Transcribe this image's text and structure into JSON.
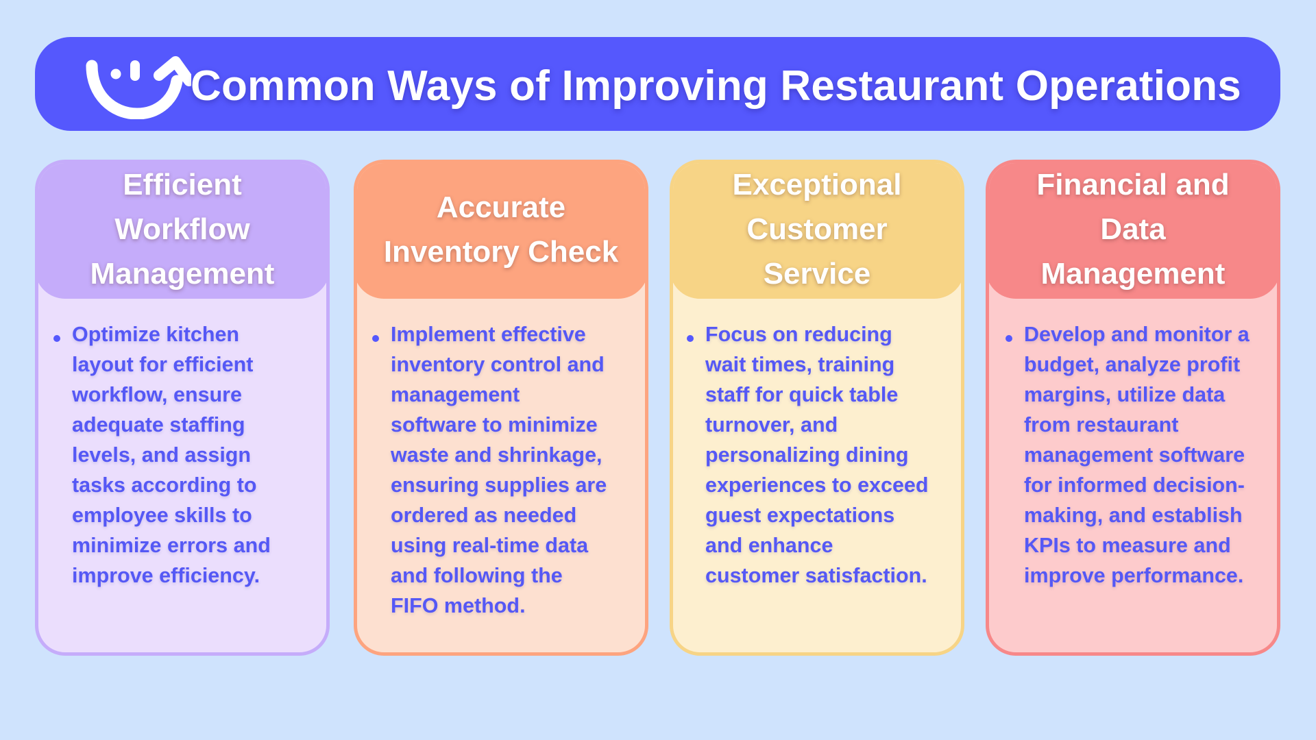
{
  "header": {
    "title": "Common Ways of Improving Restaurant Operations",
    "icon": "smiley-arrow-icon",
    "background_color": "#5558fd"
  },
  "page": {
    "background_color": "#cfe3fd"
  },
  "cards": [
    {
      "title_lines": [
        "Efficient",
        "Workflow",
        "Management"
      ],
      "head_color": "#c5acfa",
      "body_color": "#ebdefd",
      "border_color": "#c5acfa",
      "bullet_lines": [
        "Optimize kitchen",
        "layout for efficient",
        "workflow, ensure",
        "adequate staffing",
        "levels, and assign",
        "tasks according to",
        "employee skills to",
        "minimize errors and",
        "improve efficiency."
      ]
    },
    {
      "title_lines": [
        "Accurate",
        "Inventory Check"
      ],
      "head_color": "#fda47f",
      "body_color": "#fde0d0",
      "border_color": "#fda47f",
      "bullet_lines": [
        "Implement effective",
        "inventory control and",
        "management",
        "software to minimize",
        "waste and shrinkage,",
        "ensuring supplies are",
        "ordered as needed",
        "using real-time data",
        "and following the",
        "FIFO method."
      ]
    },
    {
      "title_lines": [
        "Exceptional",
        "Customer",
        "Service"
      ],
      "head_color": "#f7d486",
      "body_color": "#fdefcf",
      "border_color": "#f7d486",
      "bullet_lines": [
        "Focus on reducing",
        "wait times, training",
        "staff for quick table",
        "turnover, and",
        "personalizing dining",
        "experiences to exceed",
        "guest expectations",
        "and enhance",
        "customer satisfaction."
      ]
    },
    {
      "title_lines": [
        "Financial and",
        "Data",
        "Management"
      ],
      "head_color": "#f78889",
      "body_color": "#fdcbcc",
      "border_color": "#f78889",
      "bullet_lines": [
        "Develop and monitor a",
        "budget, analyze profit",
        "margins, utilize data",
        "from restaurant",
        "management software",
        "for informed decision-",
        "making, and establish",
        "KPIs to measure and",
        "improve performance."
      ]
    }
  ],
  "text_color": "#5558f5"
}
